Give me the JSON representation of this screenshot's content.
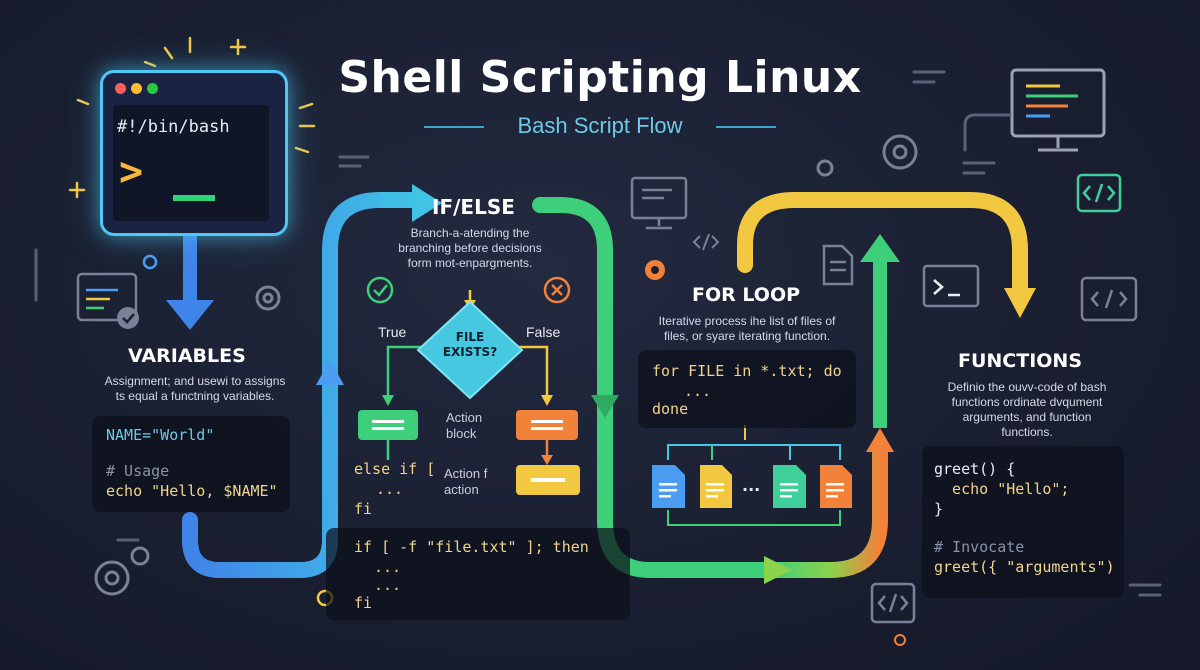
{
  "title": "Shell Scripting Linux",
  "subtitle": "Bash Script Flow",
  "terminal": {
    "shebang": "#!/bin/bash",
    "prompt": ">"
  },
  "variables": {
    "heading": "VARIABLES",
    "desc_line1": "Assignment; and usewi to assigns",
    "desc_line2": "ts equal a functning variables.",
    "code_assign": "NAME=\"World\"",
    "code_comment": "# Usage",
    "code_echo": "echo \"Hello, $NAME\""
  },
  "ifelse": {
    "heading": "IF/ELSE",
    "desc_line1": "Branch-a-atending the",
    "desc_line2": "branching before decisions",
    "desc_line3": "form mot-enpargments.",
    "decision_line1": "FILE",
    "decision_line2": "EXISTS?",
    "true_label": "True",
    "false_label": "False",
    "action_block_line1": "Action",
    "action_block_line2": "block",
    "action_f_line1": "Action f",
    "action_f_line2": "action",
    "code_else_if": "else if [",
    "code_dots": "...",
    "code_fi": "fi",
    "code_if": "if [ -f \"file.txt\" ]; then",
    "code_dots2": "...",
    "code_dots3": "...",
    "code_fi2": "fi"
  },
  "forloop": {
    "heading": "FOR LOOP",
    "desc_line1": "Iterative process ihe list of files of",
    "desc_line2": "files, or syare iterating function.",
    "code_for": "for FILE in *.txt; do",
    "code_dots": "...",
    "code_done": "done",
    "ellipsis": "..."
  },
  "functions": {
    "heading": "FUNCTIONS",
    "desc_line1": "Definio the ouvv-code of bash",
    "desc_line2": "functions ordinate dvqument",
    "desc_line3": "arguments, and function",
    "desc_line4": "functions.",
    "code_def": "greet() {",
    "code_echo": "  echo \"Hello\";",
    "code_close": "}",
    "code_comment": "# Invocate",
    "code_call": "greet({ \"arguments\")"
  },
  "icons": [
    "terminal-icon",
    "gear-icon",
    "code-icon",
    "monitor-icon",
    "document-icon",
    "check-icon",
    "cross-icon"
  ],
  "colors": {
    "blue": "#4a9df0",
    "cyan": "#46c9e0",
    "green": "#3ecf7a",
    "yellow": "#f3c841",
    "orange": "#f2813a",
    "background": "#1a1f31"
  }
}
